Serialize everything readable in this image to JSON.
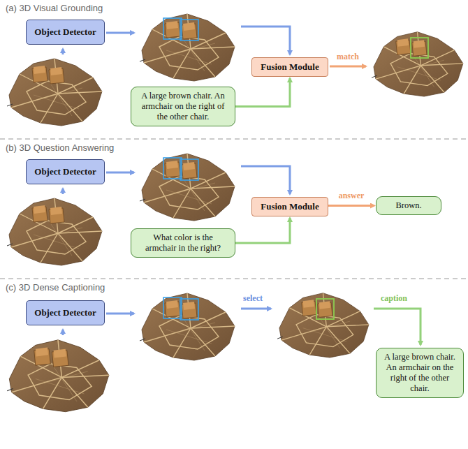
{
  "diagram": {
    "nodes": [
      {
        "text": [
          "Object Detector"
        ]
      },
      {
        "text": [
          "A large brown chair. An armchair on the right of the other chair."
        ]
      },
      {
        "text": [
          "Fusion Module"
        ]
      },
      {
        "text": [
          "Object Detector"
        ]
      },
      {
        "text": [
          "What color is the armchair in the right?"
        ]
      },
      {
        "text": [
          "Fusion Module"
        ]
      },
      {
        "text": [
          "Brown."
        ]
      },
      {
        "text": [
          "Object Detector"
        ]
      },
      {
        "text": [
          "A large brown chair. An armchair on the right of the other chair."
        ]
      }
    ],
    "edges": [
      {
        "from": 1,
        "to": 2,
        "arrow": "to"
      },
      {
        "from": 4,
        "to": 5,
        "arrow": "to"
      },
      {
        "from": 5,
        "to": 6,
        "label": "answer",
        "arrow": "to"
      }
    ],
    "labels": [
      "(a) 3D Visual Grounding",
      "match",
      "(b) 3D Question Answering",
      "(c) 3D Dense Captioning",
      "select",
      "caption"
    ]
  }
}
